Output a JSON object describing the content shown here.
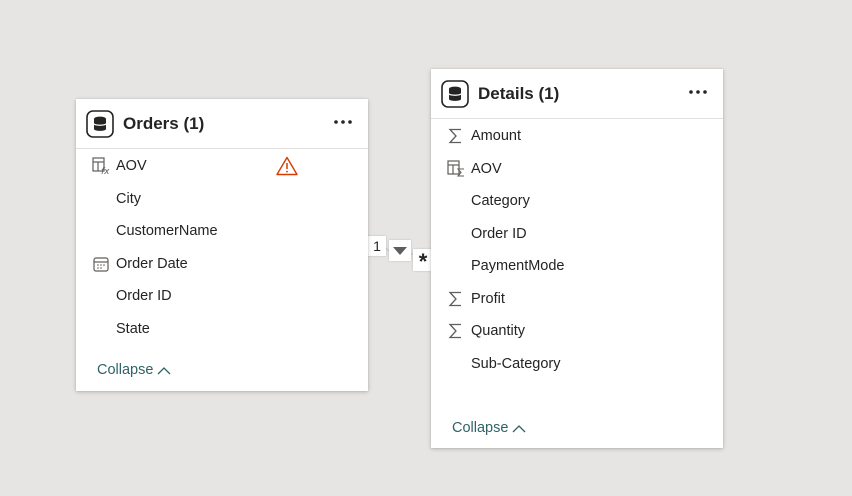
{
  "orders": {
    "title": "Orders (1)",
    "fields": [
      {
        "name": "AOV",
        "icon": "calculated-measure-icon",
        "warning": true
      },
      {
        "name": "City",
        "icon": ""
      },
      {
        "name": "CustomerName",
        "icon": ""
      },
      {
        "name": "Order Date",
        "icon": "calendar-icon"
      },
      {
        "name": "Order ID",
        "icon": ""
      },
      {
        "name": "State",
        "icon": ""
      }
    ],
    "collapse_label": "Collapse"
  },
  "details": {
    "title": "Details (1)",
    "fields": [
      {
        "name": "Amount",
        "icon": "sigma-icon"
      },
      {
        "name": "AOV",
        "icon": "calculated-column-icon"
      },
      {
        "name": "Category",
        "icon": ""
      },
      {
        "name": "Order ID",
        "icon": ""
      },
      {
        "name": "PaymentMode",
        "icon": ""
      },
      {
        "name": "Profit",
        "icon": "sigma-icon"
      },
      {
        "name": "Quantity",
        "icon": "sigma-icon"
      },
      {
        "name": "Sub-Category",
        "icon": ""
      }
    ],
    "collapse_label": "Collapse"
  },
  "relationship": {
    "from_cardinality": "1",
    "to_cardinality": "*",
    "filter_direction": "single"
  },
  "colors": {
    "canvas": "#e6e5e3",
    "link": "#2f6368",
    "warning": "#d83b01"
  }
}
